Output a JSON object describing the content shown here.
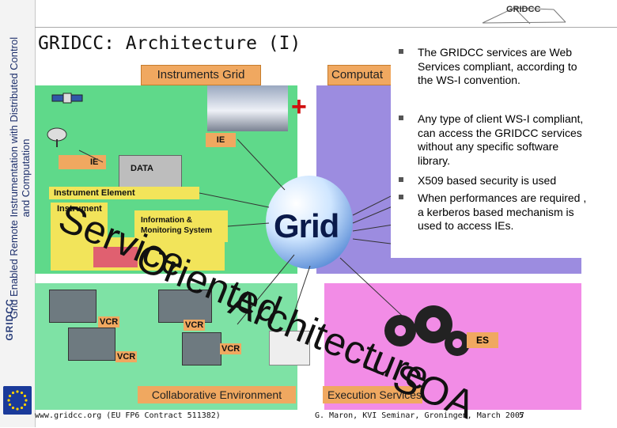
{
  "side_band": {
    "text": "Grid Enabled Remote Instrumentation with Distributed Control and Computation",
    "logo": "GRIDCC"
  },
  "header": {
    "corner_logo": "GRIDCC",
    "title": "GRIDCC: Architecture (I)"
  },
  "panels": {
    "instruments_tab": "Instruments Grid",
    "computation_tab": "Computat",
    "plus": "+",
    "ie_label_1": "IE",
    "ie_label_2": "IE",
    "data_label": "DATA",
    "instrument_element": "Instrument Element",
    "instrument_short": "Instrument",
    "info_system": "Information & Monitoring System",
    "grid_word": "Grid",
    "collab_tab": "Collaborative Environment",
    "exec_tab": "Execution Services",
    "es_label": "ES",
    "vcr": [
      "VCR",
      "VCR",
      "VCR",
      "VCR"
    ]
  },
  "bullets": [
    "The GRIDCC services are Web Services compliant, according to the WS-I convention.",
    "Any type of client WS-I compliant, can access the GRIDCC services without any specific software library.",
    "X509 based security is used",
    "When performances are required , a kerberos based mechanism is used to access IEs."
  ],
  "soa_overlay": [
    "Service",
    "Oriented",
    "Architecture",
    "– SOA"
  ],
  "footer": {
    "left": "www.gridcc.org (EU FP6 Contract 511382)",
    "right": "G. Maron, KVI Seminar, Groningen, March 2007",
    "page": "5"
  },
  "colors": {
    "instruments_panel": "#5fd98a",
    "computation_panel": "#9c8ce0",
    "collab_panel": "#7ee2a5",
    "exec_panel": "#f28ce6",
    "tab_orange": "#f0a860",
    "plus_red": "#d01010"
  }
}
